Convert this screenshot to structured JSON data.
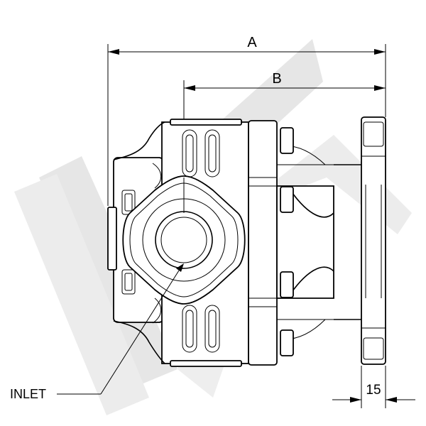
{
  "diagram": {
    "dimensions": {
      "overall_width_label": "A",
      "partial_width_label": "B",
      "flange_thickness_label": "15"
    },
    "callouts": {
      "inlet_label": "INLET"
    },
    "watermark": {
      "text": "LK",
      "color": "#e8e8e8"
    }
  }
}
